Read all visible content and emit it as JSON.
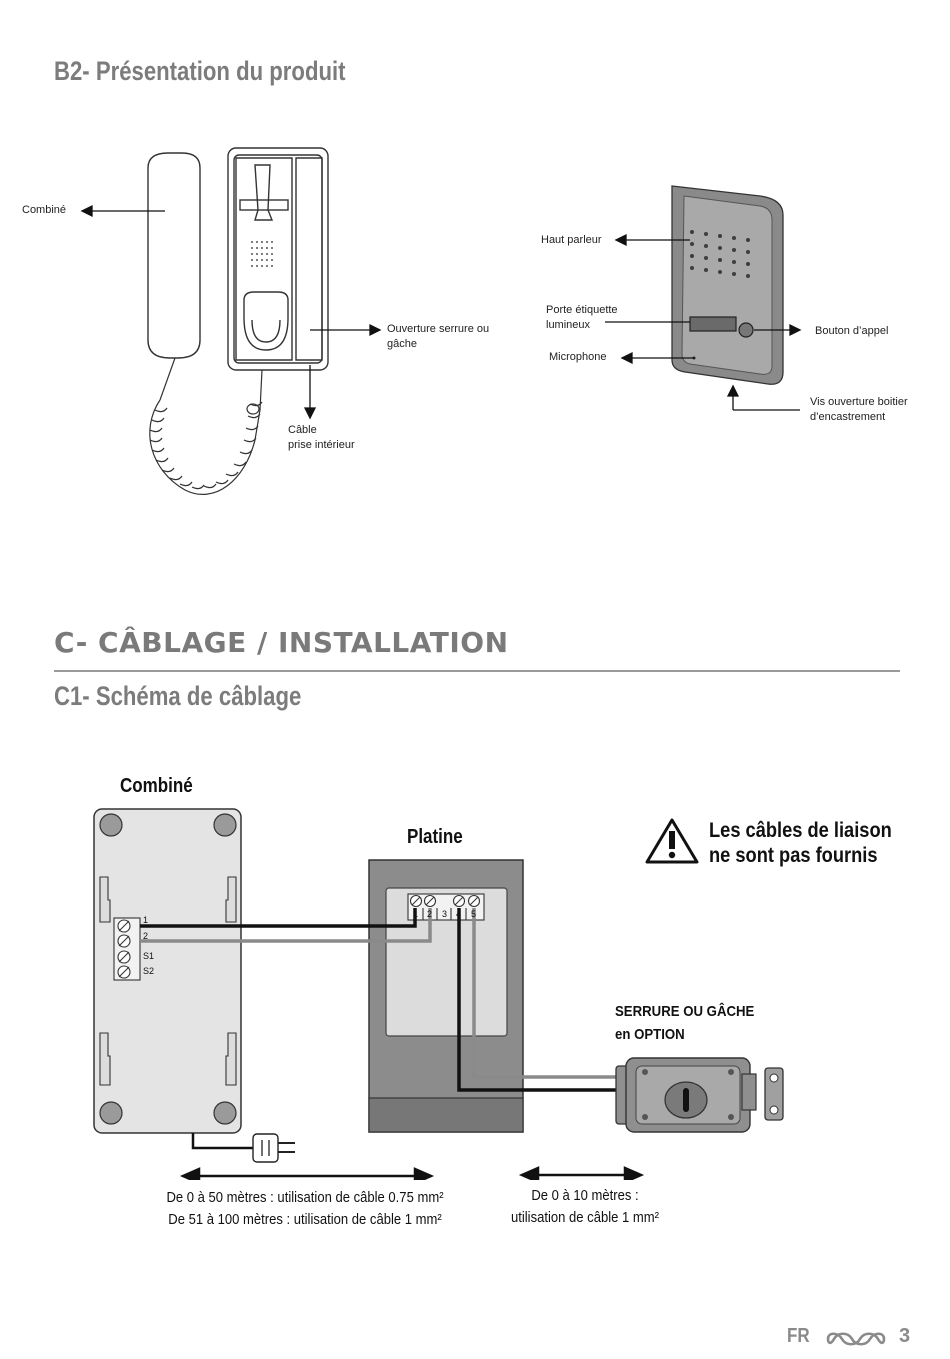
{
  "section_b2": {
    "title": "B2- Présentation du produit"
  },
  "handset_labels": {
    "combine": "Combiné",
    "lock_opening": [
      "Ouverture serrure ou",
      "gâche"
    ],
    "cable": [
      "Câble",
      "prise intérieur"
    ]
  },
  "plate_labels": {
    "speaker": "Haut parleur",
    "label_holder": [
      "Porte étiquette",
      "lumineux"
    ],
    "microphone": "Microphone",
    "call_button": "Bouton d’appel",
    "screw": [
      "Vis ouverture boitier",
      "d’encastrement"
    ]
  },
  "section_c": {
    "title": "C- CÂBLAGE / INSTALLATION"
  },
  "section_c1": {
    "title": "C1- Schéma de câblage"
  },
  "wiring": {
    "handset_title": "Combiné",
    "plate_title": "Platine",
    "warning": [
      "Les câbles de liaison",
      "ne sont pas fournis"
    ],
    "lock_option": [
      "SERRURE OU GÂCHE",
      "en OPTION"
    ],
    "handset_terminals": [
      "1",
      "2",
      "S1",
      "S2"
    ],
    "plate_terminals": [
      "1",
      "2",
      "3",
      "4",
      "5"
    ],
    "distance_handset": [
      "De 0 à 50 mètres : utilisation de câble 0.75 mm²",
      "De 51 à 100 mètres : utilisation de câble 1 mm²"
    ],
    "distance_lock": [
      "De 0 à 10 mètres :",
      "utilisation de câble 1 mm²"
    ]
  },
  "footer": {
    "lang": "FR",
    "page": "3"
  }
}
